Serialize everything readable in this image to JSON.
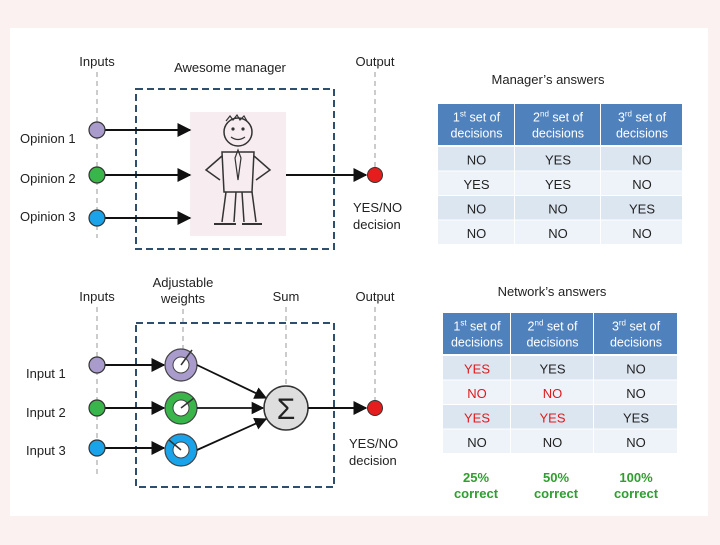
{
  "top_diagram": {
    "inputs_label": "Inputs",
    "box_label": "Awesome manager",
    "output_label": "Output",
    "opinions": [
      "Opinion 1",
      "Opinion 2",
      "Opinion 3"
    ],
    "decision_line1": "YES/NO",
    "decision_line2": "decision"
  },
  "bottom_diagram": {
    "inputs_label": "Inputs",
    "weights_line1": "Adjustable",
    "weights_line2": "weights",
    "sum_label": "Sum",
    "output_label": "Output",
    "inputs": [
      "Input 1",
      "Input 2",
      "Input 3"
    ],
    "sigma": "Σ",
    "decision_line1": "YES/NO",
    "decision_line2": "decision"
  },
  "manager_table": {
    "title": "Manager’s answers",
    "headers": [
      {
        "ord": "1",
        "sup": "st",
        "rest": " set of",
        "line2": "decisions"
      },
      {
        "ord": "2",
        "sup": "nd",
        "rest": " set of",
        "line2": "decisions"
      },
      {
        "ord": "3",
        "sup": "rd",
        "rest": " set of",
        "line2": "decisions"
      }
    ],
    "rows": [
      [
        "NO",
        "YES",
        "NO"
      ],
      [
        "YES",
        "YES",
        "NO"
      ],
      [
        "NO",
        "NO",
        "YES"
      ],
      [
        "NO",
        "NO",
        "NO"
      ]
    ]
  },
  "network_table": {
    "title": "Network’s answers",
    "headers": [
      {
        "ord": "1",
        "sup": "st",
        "rest": " set of",
        "line2": "decisions"
      },
      {
        "ord": "2",
        "sup": "nd",
        "rest": " set of",
        "line2": "decisions"
      },
      {
        "ord": "3",
        "sup": "rd",
        "rest": " set of",
        "line2": "decisions"
      }
    ],
    "rows": [
      [
        "YES",
        "YES",
        "NO"
      ],
      [
        "NO",
        "NO",
        "NO"
      ],
      [
        "YES",
        "YES",
        "YES"
      ],
      [
        "NO",
        "NO",
        "NO"
      ]
    ],
    "wrong_cells": [
      [
        0,
        0
      ],
      [
        1,
        0
      ],
      [
        1,
        1
      ],
      [
        2,
        0
      ],
      [
        2,
        1
      ]
    ],
    "scores": [
      {
        "pct": "25%",
        "label": "correct"
      },
      {
        "pct": "50%",
        "label": "correct"
      },
      {
        "pct": "100%",
        "label": "correct"
      }
    ]
  },
  "colors": {
    "node_purple": "#a99bcb",
    "node_green": "#39b54a",
    "node_blue": "#1aa3e8",
    "output_red": "#e41e1e",
    "box_border": "#2e4e6e",
    "table_header": "#4f81bd",
    "row_even": "#dce6f1",
    "row_odd": "#eef3f9",
    "wrong_text": "#e0191b",
    "correct_text": "#2e9f2e",
    "sigma_fill": "#dedede"
  }
}
